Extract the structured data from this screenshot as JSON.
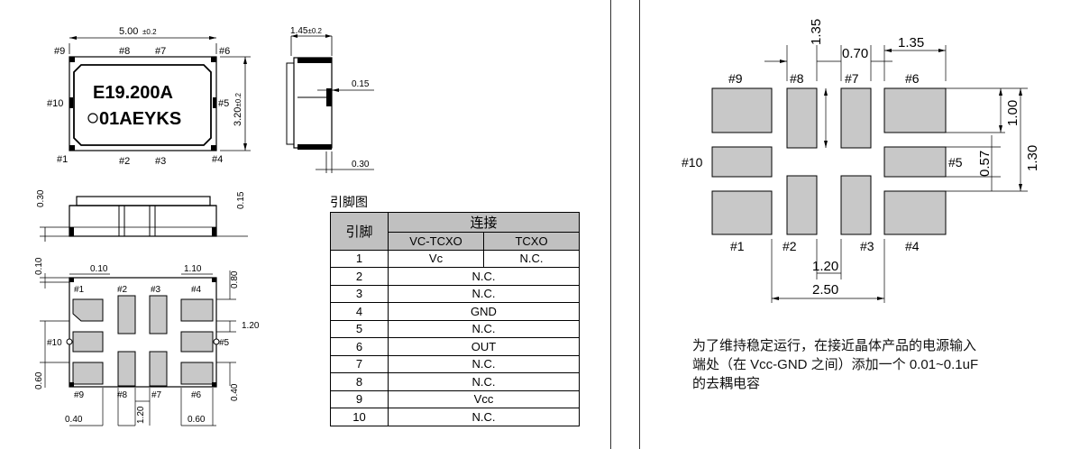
{
  "top_view": {
    "width_dim": "5.00",
    "width_tol": "±0.2",
    "height_dim": "3.20",
    "height_tol": "±0.2",
    "marking_line1": "E19.200A",
    "marking_line2": "01AEYKS",
    "pads": {
      "p9": "#9",
      "p8": "#8",
      "p7": "#7",
      "p6": "#6",
      "p10": "#10",
      "p5": "#5",
      "p1": "#1",
      "p2": "#2",
      "p3": "#3",
      "p4": "#4"
    }
  },
  "side_view": {
    "thickness_dim": "1.45",
    "thickness_tol": "±0.2",
    "dim_a": "0.15",
    "dim_b": "0.30"
  },
  "front_view": {
    "left_dim": "0.30",
    "right_dim": "0.15"
  },
  "bottom_view": {
    "dims": {
      "d010a": "0.10",
      "d010b": "0.10",
      "d110": "1.10",
      "d080": "0.80",
      "d120a": "1.20",
      "d060a": "0.60",
      "d040a": "0.40",
      "d120b": "1.20",
      "d040b": "0.40",
      "d060b": "0.60"
    },
    "pads": {
      "p1": "#1",
      "p2": "#2",
      "p3": "#3",
      "p4": "#4",
      "p10": "#10",
      "p5": "#5",
      "p9": "#9",
      "p8": "#8",
      "p7": "#7",
      "p6": "#6"
    }
  },
  "pin_table": {
    "title": "引脚图",
    "header_pin": "引脚",
    "header_conn": "连接",
    "header_vc": "VC-TCXO",
    "header_tcxo": "TCXO",
    "row1": {
      "pin": "1",
      "vc": "Vc",
      "tcxo": "N.C."
    },
    "rows": [
      {
        "pin": "2",
        "conn": "N.C."
      },
      {
        "pin": "3",
        "conn": "N.C."
      },
      {
        "pin": "4",
        "conn": "GND"
      },
      {
        "pin": "5",
        "conn": "N.C."
      },
      {
        "pin": "6",
        "conn": "OUT"
      },
      {
        "pin": "7",
        "conn": "N.C."
      },
      {
        "pin": "8",
        "conn": "N.C."
      },
      {
        "pin": "9",
        "conn": "Vcc"
      },
      {
        "pin": "10",
        "conn": "N.C."
      }
    ]
  },
  "land_pattern": {
    "dims": {
      "d135v": "1.35",
      "d070": "0.70",
      "d135h": "1.35",
      "d100": "1.00",
      "d057": "0.57",
      "d130": "1.30",
      "d120": "1.20",
      "d250": "2.50"
    },
    "pads": {
      "p9": "#9",
      "p8": "#8",
      "p7": "#7",
      "p6": "#6",
      "p10": "#10",
      "p5": "#5",
      "p1": "#1",
      "p2": "#2",
      "p3": "#3",
      "p4": "#4"
    }
  },
  "note": {
    "line1": "为了维持稳定运行，在接近晶体产品的电源输入",
    "line2": "端处（在 Vcc-GND 之间）添加一个 0.01~0.1uF",
    "line3": "的去耦电容"
  },
  "colors": {
    "pad": "#c8c8c8",
    "body_fill": "#dcdcdc",
    "line": "#000000",
    "header": "#c0c0c0"
  }
}
